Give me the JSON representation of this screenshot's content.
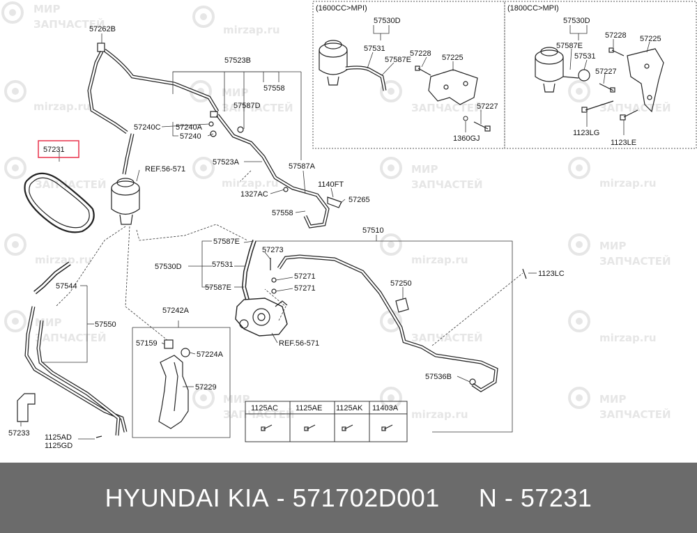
{
  "watermark": {
    "line1": "МИР",
    "line2": "ЗАПЧАСТЕЙ",
    "site": "mirzap.ru",
    "color": "#e6e6e6"
  },
  "highlight_color": "#e8304a",
  "insets": {
    "left": {
      "title": "(1600CC>MPI)"
    },
    "right": {
      "title": "(1800CC>MPI)"
    }
  },
  "labels": {
    "l57262B": "57262B",
    "l57523B": "57523B",
    "l57558a": "57558",
    "l57587Da": "57587D",
    "l57240C": "57240C",
    "l57240A": "57240A",
    "l57240": "57240",
    "l57231": "57231",
    "lRef1": "REF.56-571",
    "l57523A": "57523A",
    "l57587Aa": "57587A",
    "l1327AC": "1327AC",
    "l1140FT": "1140FT",
    "l57265": "57265",
    "l57558b": "57558",
    "l57510": "57510",
    "l57587Ea": "57587E",
    "l57273": "57273",
    "l57530Da": "57530D",
    "l57531a": "57531",
    "l57587Eb": "57587E",
    "l57271a": "57271",
    "l57271b": "57271",
    "l57544": "57544",
    "l57550": "57550",
    "l57250": "57250",
    "l1123LC": "1123LC",
    "lRef2": "REF.56-571",
    "l57242A": "57242A",
    "l57159": "57159",
    "l57224A": "57224A",
    "l57229": "57229",
    "l57536B": "57536B",
    "l57233": "57233",
    "l1125AD": "1125AD",
    "l1125GD": "1125GD",
    "i1_57530D": "57530D",
    "i1_57531": "57531",
    "i1_57587E": "57587E",
    "i1_57228": "57228",
    "i1_57225": "57225",
    "i1_57227": "57227",
    "i1_1360GJ": "1360GJ",
    "i2_57530D": "57530D",
    "i2_57228": "57228",
    "i2_57225": "57225",
    "i2_57587E": "57587E",
    "i2_57531": "57531",
    "i2_57227": "57227",
    "i2_1123LG": "1123LG",
    "i2_1123LE": "1123LE"
  },
  "bolt_table": {
    "headers": [
      "1125AC",
      "1125AE",
      "1125AK",
      "11403A"
    ]
  },
  "footer": {
    "brand": "HYUNDAI  KIA",
    "sep1": " - ",
    "oem_number": "571702D001",
    "sep2": " - ",
    "n_prefix": "N",
    "part_number": "57231"
  }
}
